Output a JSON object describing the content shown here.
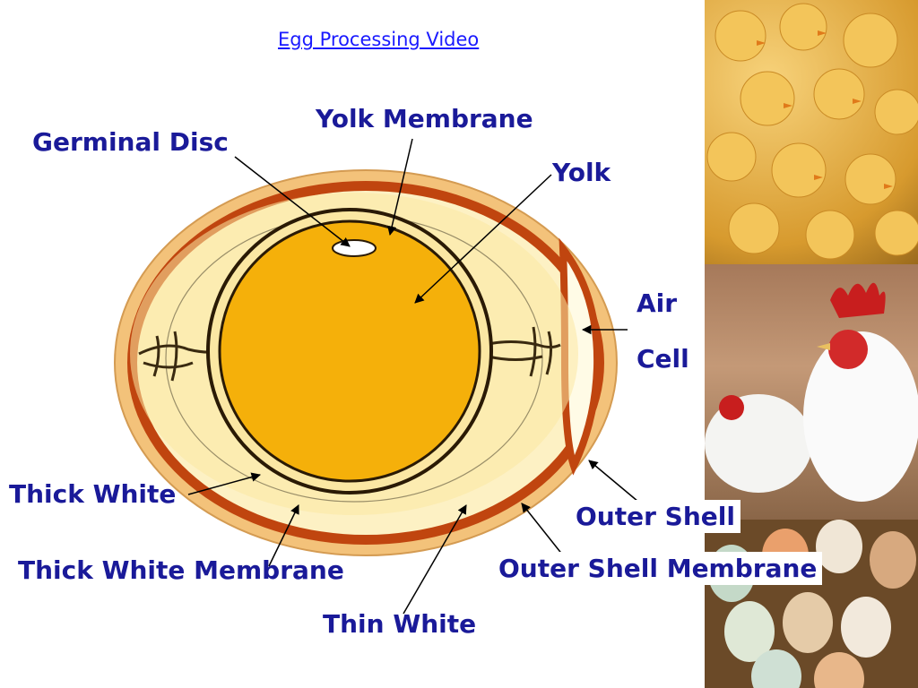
{
  "link": {
    "text": "Egg Processing Video"
  },
  "labels": {
    "germinal_disc": "Germinal Disc",
    "yolk_membrane": "Yolk Membrane",
    "yolk": "Yolk",
    "air": "Air",
    "cell": "Cell",
    "thick_white": "Thick White",
    "thick_white_membrane": "Thick White Membrane",
    "thin_white": "Thin White",
    "outer_shell": "Outer Shell",
    "outer_shell_membrane": "Outer Shell Membrane"
  },
  "colors": {
    "label_text": "#1a1a99",
    "link_text": "#1a1aff",
    "shell_outer": "#f3c27a",
    "shell_membrane": "#c0450f",
    "albumen": "#fdf1c4",
    "yolk": "#f5b00a",
    "yolk_ring": "#fbe7a3"
  }
}
